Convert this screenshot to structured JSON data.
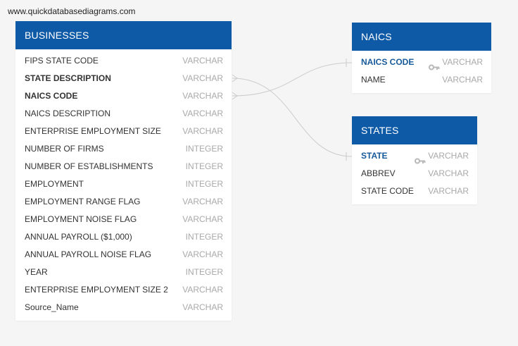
{
  "header": {
    "url": "www.quickdatabasediagrams.com"
  },
  "icons": {
    "key": "key-icon"
  },
  "colors": {
    "header": "#0f5aa6",
    "primary_key_text": "#175a99",
    "type_text": "#a9a9a9",
    "canvas": "#f4f5f4",
    "link_line": "#cccccc"
  },
  "tables": {
    "businesses": {
      "title": "BUSINESSES",
      "columns": [
        {
          "name": "FIPS STATE CODE",
          "type": "VARCHAR"
        },
        {
          "name": "STATE DESCRIPTION",
          "type": "VARCHAR"
        },
        {
          "name": "NAICS CODE",
          "type": "VARCHAR"
        },
        {
          "name": "NAICS DESCRIPTION",
          "type": "VARCHAR"
        },
        {
          "name": "ENTERPRISE EMPLOYMENT SIZE",
          "type": "VARCHAR"
        },
        {
          "name": "NUMBER OF FIRMS",
          "type": "INTEGER"
        },
        {
          "name": "NUMBER OF ESTABLISHMENTS",
          "type": "INTEGER"
        },
        {
          "name": "EMPLOYMENT",
          "type": "INTEGER"
        },
        {
          "name": "EMPLOYMENT RANGE FLAG",
          "type": "VARCHAR"
        },
        {
          "name": "EMPLOYMENT NOISE FLAG",
          "type": "VARCHAR"
        },
        {
          "name": "ANNUAL PAYROLL ($1,000)",
          "type": "INTEGER"
        },
        {
          "name": "ANNUAL PAYROLL NOISE FLAG",
          "type": "VARCHAR"
        },
        {
          "name": "YEAR",
          "type": "INTEGER"
        },
        {
          "name": "ENTERPRISE EMPLOYMENT SIZE 2",
          "type": "VARCHAR"
        },
        {
          "name": "Source_Name",
          "type": "VARCHAR"
        }
      ]
    },
    "naics": {
      "title": "NAICS",
      "columns": [
        {
          "name": "NAICS CODE",
          "type": "VARCHAR"
        },
        {
          "name": "NAME",
          "type": "VARCHAR"
        }
      ]
    },
    "states": {
      "title": "STATES",
      "columns": [
        {
          "name": "STATE",
          "type": "VARCHAR"
        },
        {
          "name": "ABBREV",
          "type": "VARCHAR"
        },
        {
          "name": "STATE CODE",
          "type": "VARCHAR"
        }
      ]
    }
  }
}
